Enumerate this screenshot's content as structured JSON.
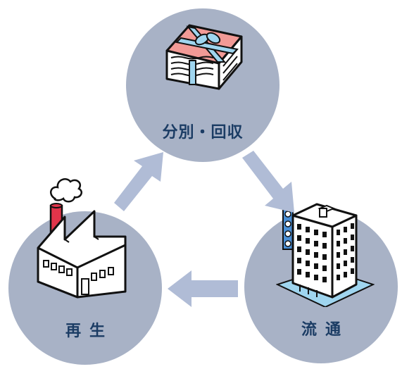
{
  "colors": {
    "circle": "#a8b2c6",
    "arrow": "#b0bcd6",
    "text": "#1b3c64",
    "accent_red": "#e1344a",
    "accent_pink": "#f29a96",
    "accent_blue": "#4a8fd6",
    "accent_sky": "#9fd5ef"
  },
  "nodes": {
    "top": {
      "label": "分別・回収",
      "icon": "bundled-paper-icon"
    },
    "left": {
      "label": "再生",
      "icon": "factory-icon"
    },
    "right": {
      "label": "流通",
      "icon": "office-building-icon"
    }
  },
  "arrows": [
    "arrow-top-to-right",
    "arrow-right-to-left",
    "arrow-left-to-top"
  ]
}
